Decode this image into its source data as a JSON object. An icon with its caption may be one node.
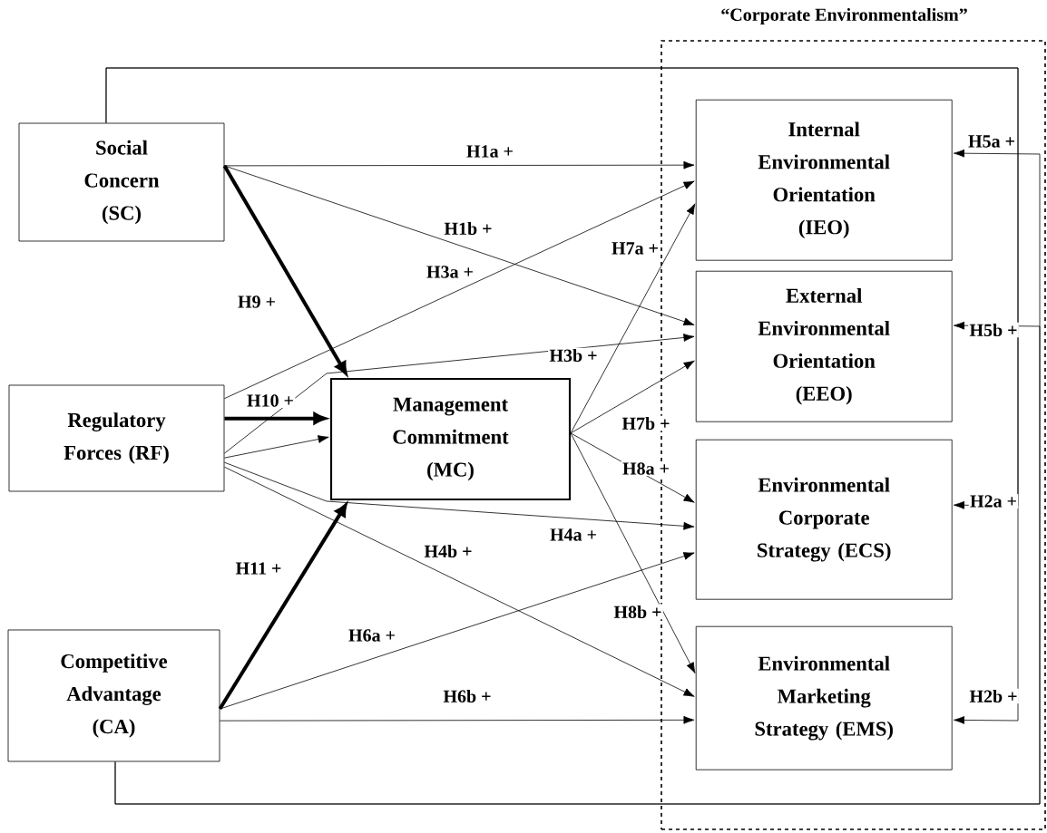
{
  "diagram": {
    "nodes": [
      {
        "text": [
          "Social Concern (SC)"
        ]
      },
      {
        "text": [
          "Regulatory Forces (RF)"
        ]
      },
      {
        "text": [
          "Competitive Advantage (CA)"
        ]
      },
      {
        "text": [
          "Management Commitment (MC)"
        ]
      },
      {
        "text": [
          "“Corporate Environmentalism”"
        ]
      },
      {
        "text": [
          "Internal Environmental Orientation (IEO)"
        ],
        "in": 4
      },
      {
        "text": [
          "External Environmental Orientation (EEO)"
        ],
        "in": 4
      },
      {
        "text": [
          "Environmental Corporate Strategy (ECS)"
        ],
        "in": 4
      },
      {
        "text": [
          "Environmental Marketing Strategy (EMS)"
        ],
        "in": 4
      }
    ],
    "edges": [
      {
        "from": 0,
        "to": 5,
        "arrow": "to",
        "label": "H1a +"
      },
      {
        "from": 0,
        "to": 6,
        "arrow": "to",
        "label": "H1b +"
      },
      {
        "from": 0,
        "to": 3,
        "arrow": "to",
        "label": "H9 +",
        "style": "thick"
      },
      {
        "from": 1,
        "to": 3,
        "arrow": "to",
        "label": "H10 +",
        "style": "thick"
      },
      {
        "from": 1,
        "to": 5,
        "arrow": "to",
        "label": "H3a +"
      },
      {
        "from": 1,
        "to": 3,
        "arrow": "to"
      },
      {
        "from": 1,
        "to": 6,
        "arrow": "to",
        "label": "H3b +"
      },
      {
        "from": 1,
        "to": 7,
        "arrow": "to",
        "label": "H4a +"
      },
      {
        "from": 1,
        "to": 8,
        "arrow": "to",
        "label": "H4b +"
      },
      {
        "from": 3,
        "to": 5,
        "arrow": "to",
        "label": "H7a +"
      },
      {
        "from": 3,
        "to": 6,
        "arrow": "to",
        "label": "H7b +"
      },
      {
        "from": 3,
        "to": 7,
        "arrow": "to",
        "label": "H8a +"
      },
      {
        "from": 3,
        "to": 8,
        "arrow": "to",
        "label": "H8b +"
      },
      {
        "from": 2,
        "to": 3,
        "arrow": "to",
        "label": "H11 +",
        "style": "thick"
      },
      {
        "from": 2,
        "to": 7,
        "arrow": "to",
        "label": "H6a +"
      },
      {
        "from": 2,
        "to": 8,
        "arrow": "to",
        "label": "H6b +"
      },
      {
        "from": 0,
        "to": 7,
        "arrow": "to",
        "label": "H2a +"
      },
      {
        "from": 0,
        "to": 8,
        "arrow": "to",
        "label": "H2b +"
      },
      {
        "from": 2,
        "to": 5,
        "arrow": "to",
        "label": "H5a +"
      },
      {
        "from": 2,
        "to": 6,
        "arrow": "to",
        "label": "H5b +"
      }
    ]
  }
}
